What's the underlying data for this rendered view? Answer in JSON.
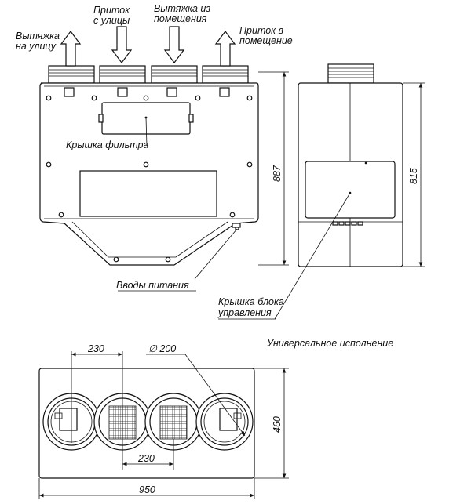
{
  "labels": {
    "exhaust_out_1": "Вытяжка",
    "exhaust_out_2": "на улицу",
    "supply_in_1": "Приток",
    "supply_in_2": "с улицы",
    "exhaust_in_1": "Вытяжка из",
    "exhaust_in_2": "помещения",
    "supply_out_1": "Приток в",
    "supply_out_2": "помещение",
    "filter_cover": "Крышка фильтра",
    "power_inputs": "Вводы питания",
    "control_cover_1": "Крышка блока",
    "control_cover_2": "управления",
    "universal": "Универсальное исполнение"
  },
  "dimensions": {
    "front_height": "887",
    "side_height": "815",
    "duct_pitch_top": "230",
    "duct_pitch_bottom": "230",
    "duct_diameter": "200",
    "diameter_symbol": "∅",
    "bottom_depth": "460",
    "bottom_width": "950"
  }
}
